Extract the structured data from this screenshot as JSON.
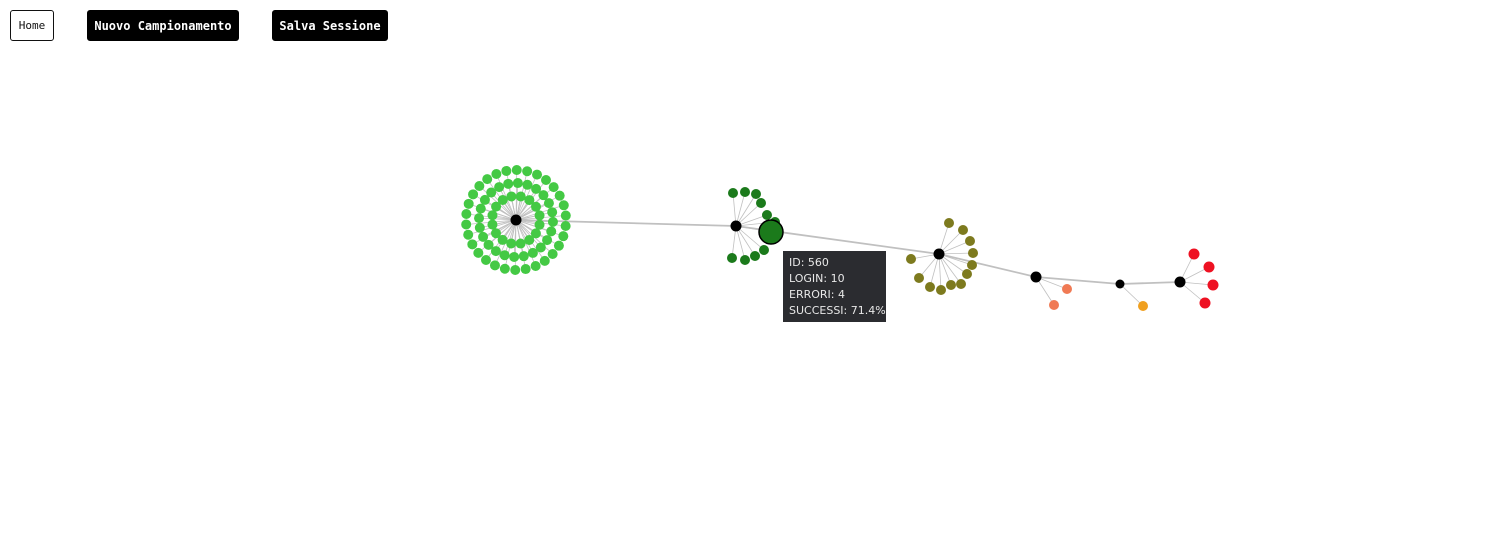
{
  "toolbar": {
    "home_label": "Home",
    "new_sampling_label": "Nuovo Campionamento",
    "save_session_label": "Salva Sessione"
  },
  "tooltip": {
    "id_line": "ID: 560",
    "login_line": "LOGIN: 10",
    "errors_line": "ERRORI: 4",
    "success_line": "SUCCESSI: 71.4%"
  },
  "colors": {
    "hub": "#000000",
    "link": "#c0c0c0",
    "cluster_1": "#44c944",
    "cluster_2": "#1b7a1b",
    "cluster_3": "#7d7a1e",
    "cluster_4": "#f07a54",
    "cluster_5": "#f0a020",
    "cluster_6": "#ee1122",
    "tooltip_bg": "#2b2c30"
  }
}
